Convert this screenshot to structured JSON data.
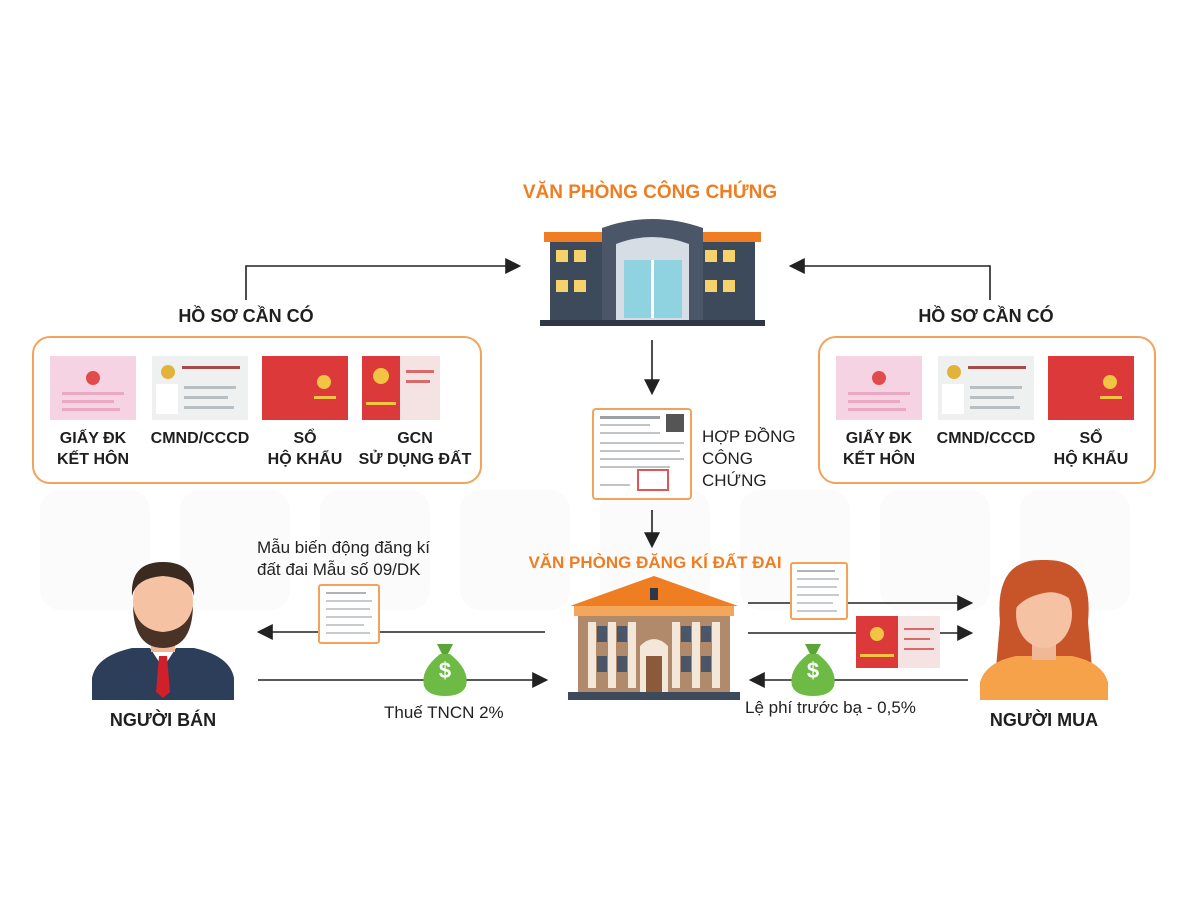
{
  "notary_office": {
    "title": "VĂN PHÒNG CÔNG CHỨNG"
  },
  "land_office": {
    "title": "VĂN PHÒNG ĐĂNG KÍ ĐẤT ĐAI"
  },
  "left_docs": {
    "title": "HỒ SƠ CẦN CÓ",
    "items": [
      {
        "line1": "GIẤY ĐK",
        "line2": "KẾT HÔN"
      },
      {
        "line1": "CMND/CCCD",
        "line2": ""
      },
      {
        "line1": "SỔ",
        "line2": "HỘ KHẨU"
      },
      {
        "line1": "GCN",
        "line2": "SỬ DỤNG ĐẤT"
      }
    ]
  },
  "right_docs": {
    "title": "HỒ SƠ CẦN CÓ",
    "items": [
      {
        "line1": "GIẤY ĐK",
        "line2": "KẾT HÔN"
      },
      {
        "line1": "CMND/CCCD",
        "line2": ""
      },
      {
        "line1": "SỔ",
        "line2": "HỘ KHẨU"
      }
    ]
  },
  "contract": {
    "line1": "HỢP ĐỒNG",
    "line2": "CÔNG",
    "line3": "CHỨNG"
  },
  "form_label": {
    "line1": "Mẫu biến động đăng kí",
    "line2": "đất đai Mẫu số 09/DK"
  },
  "seller": {
    "name": "NGƯỜI BÁN",
    "tax": "Thuế TNCN 2%"
  },
  "buyer": {
    "name": "NGƯỜI MUA",
    "fee": "Lệ phí trước bạ - 0,5%"
  },
  "money_symbol": "$",
  "colors": {
    "accent": "#ef7d22",
    "box_border": "#f2a35a",
    "money_green": "#6dbb45",
    "suit": "#2c3e5a"
  }
}
